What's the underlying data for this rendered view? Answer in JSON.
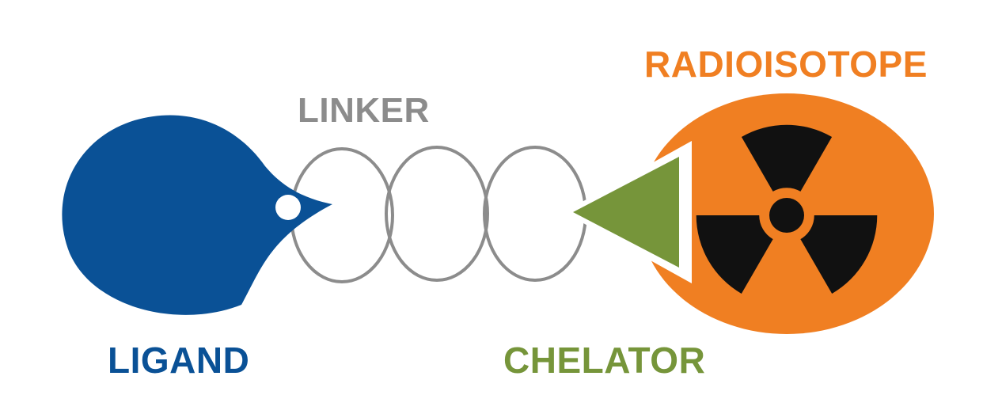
{
  "labels": {
    "linker": "LINKER",
    "radioisotope": "RADIOISOTOPE",
    "ligand": "LIGAND",
    "chelator": "CHELATOR"
  },
  "colors": {
    "ligand": "#0a5196",
    "linker": "#8c8c8c",
    "chelator": "#76953a",
    "radioisotope": "#f07f22",
    "radiation_symbol": "#111111",
    "background": "#ffffff"
  },
  "icons": {
    "radioisotope_symbol": "radiation-trefoil-icon"
  }
}
